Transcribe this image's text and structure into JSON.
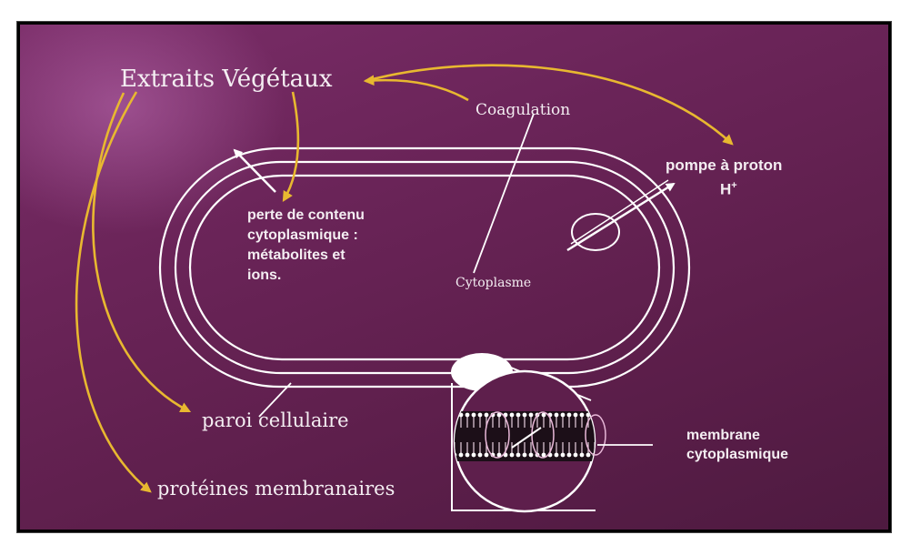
{
  "labels": {
    "plant_extracts": "Extraits Végétaux",
    "coagulation": "Coagulation",
    "proton_pump_line1": "pompe à proton",
    "proton_pump_line2": "H",
    "proton_pump_sup": "+",
    "content_loss_line1": "perte de contenu",
    "content_loss_line2": "cytoplasmique :",
    "content_loss_line3": "métabolites et",
    "content_loss_line4": "ions.",
    "cytoplasm": "Cytoplasme",
    "cell_wall": "paroi cellulaire",
    "membrane_proteins": "protéines membranaires",
    "cyto_membrane_line1": "membrane",
    "cyto_membrane_line2": "cytoplasmique"
  },
  "colors": {
    "background": "#6a2458",
    "arrow": "#e8b830",
    "line": "#ffffff",
    "text": "#f4eef2"
  }
}
